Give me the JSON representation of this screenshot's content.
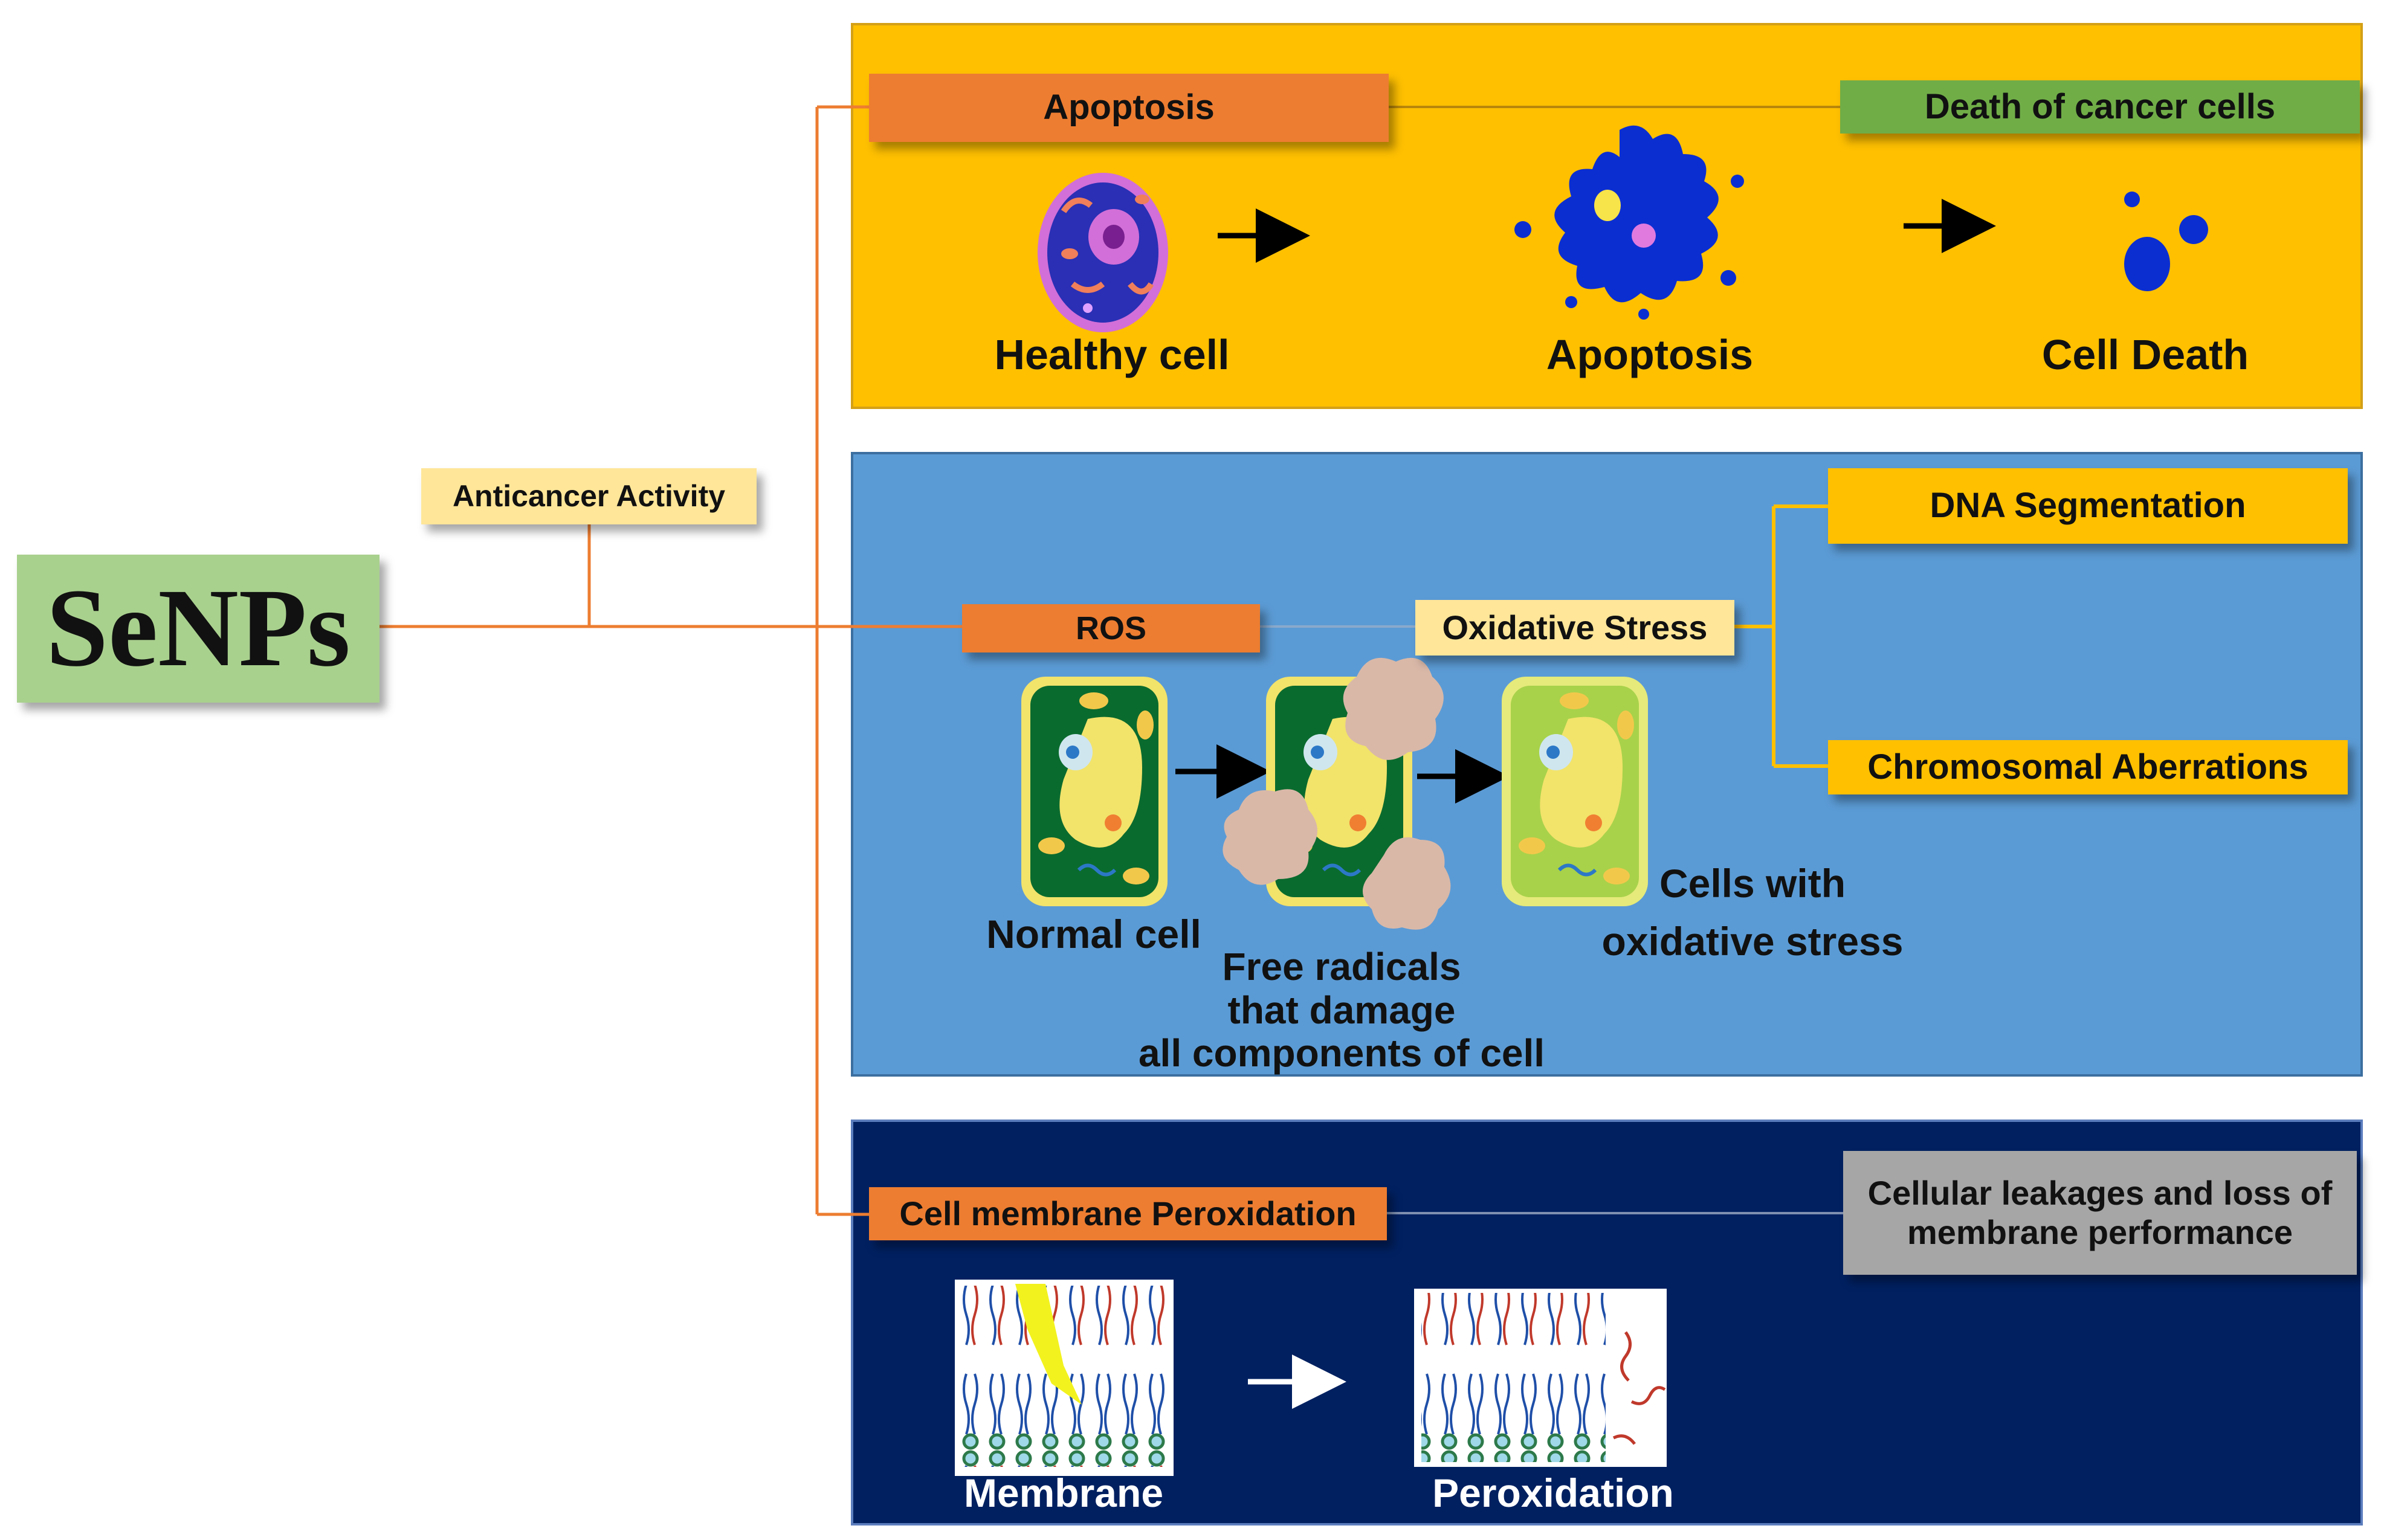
{
  "root": {
    "label": "SeNPs"
  },
  "branch": {
    "label": "Anticancer Activity"
  },
  "apoptosis_panel": {
    "tag": "Apoptosis",
    "result": "Death of cancer cells",
    "captions": [
      "Healthy cell",
      "Apoptosis",
      "Cell Death"
    ]
  },
  "ros_panel": {
    "tag": "ROS",
    "stress": "Oxidative Stress",
    "outcomes": [
      "DNA Segmentation",
      "Chromosomal Aberrations"
    ],
    "captions": {
      "normal": "Normal cell",
      "radicals": "Free radicals\nthat damage\nall components of cell",
      "stressed": "Cells with\noxidative stress"
    }
  },
  "membrane_panel": {
    "tag": "Cell membrane Peroxidation",
    "result": "Cellular leakages and loss of\nmembrane performance",
    "captions": [
      "Membrane",
      "Peroxidation"
    ]
  },
  "colors": {
    "panel_yellow": "#FFC000",
    "panel_blue": "#5B9BD5",
    "panel_navy": "#002060",
    "tag_orange": "#ED7D31",
    "tag_green": "#70AD47",
    "tag_yellow": "#FFC000",
    "tag_light_yellow": "#FFE699",
    "tag_gray": "#A6A6A6",
    "root_green": "#A9D18E",
    "connector": "#ED7D31"
  }
}
